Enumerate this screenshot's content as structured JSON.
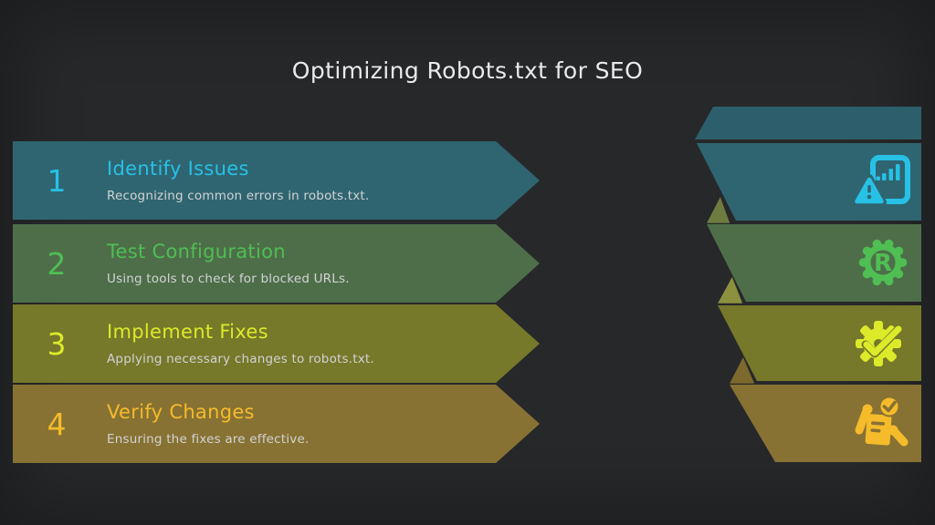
{
  "title": "Optimizing Robots.txt for SEO",
  "colors": {
    "background": "#27282a",
    "title_text": "#eaeaea",
    "description_text": "#d2d3d4",
    "ribbon_top_strip": "#2c5f6b"
  },
  "steps": [
    {
      "number": "1",
      "title": "Identify Issues",
      "description": "Recognizing common errors in robots.txt.",
      "accent": "#27c1e6",
      "banner": "#2f6571",
      "panel": "#2f6571",
      "fold": "",
      "icon": "document-warning-chart-icon"
    },
    {
      "number": "2",
      "title": "Test Configuration",
      "description": "Using tools to check for blocked URLs.",
      "accent": "#4fbe53",
      "banner": "#4e6e4a",
      "panel": "#4e6e4a",
      "fold": "#6e7c41",
      "icon": "gear-r-icon",
      "icon_letter": "R"
    },
    {
      "number": "3",
      "title": "Implement Fixes",
      "description": "Applying necessary changes to robots.txt.",
      "accent": "#dcea2a",
      "banner": "#76782a",
      "panel": "#76782a",
      "fold": "#8c9140",
      "icon": "gear-check-icon"
    },
    {
      "number": "4",
      "title": "Verify Changes",
      "description": "Ensuring the fixes are effective.",
      "accent": "#f5bb2b",
      "banner": "#877233",
      "panel": "#877233",
      "fold": "#7d692e",
      "icon": "hands-checklist-icon"
    }
  ]
}
